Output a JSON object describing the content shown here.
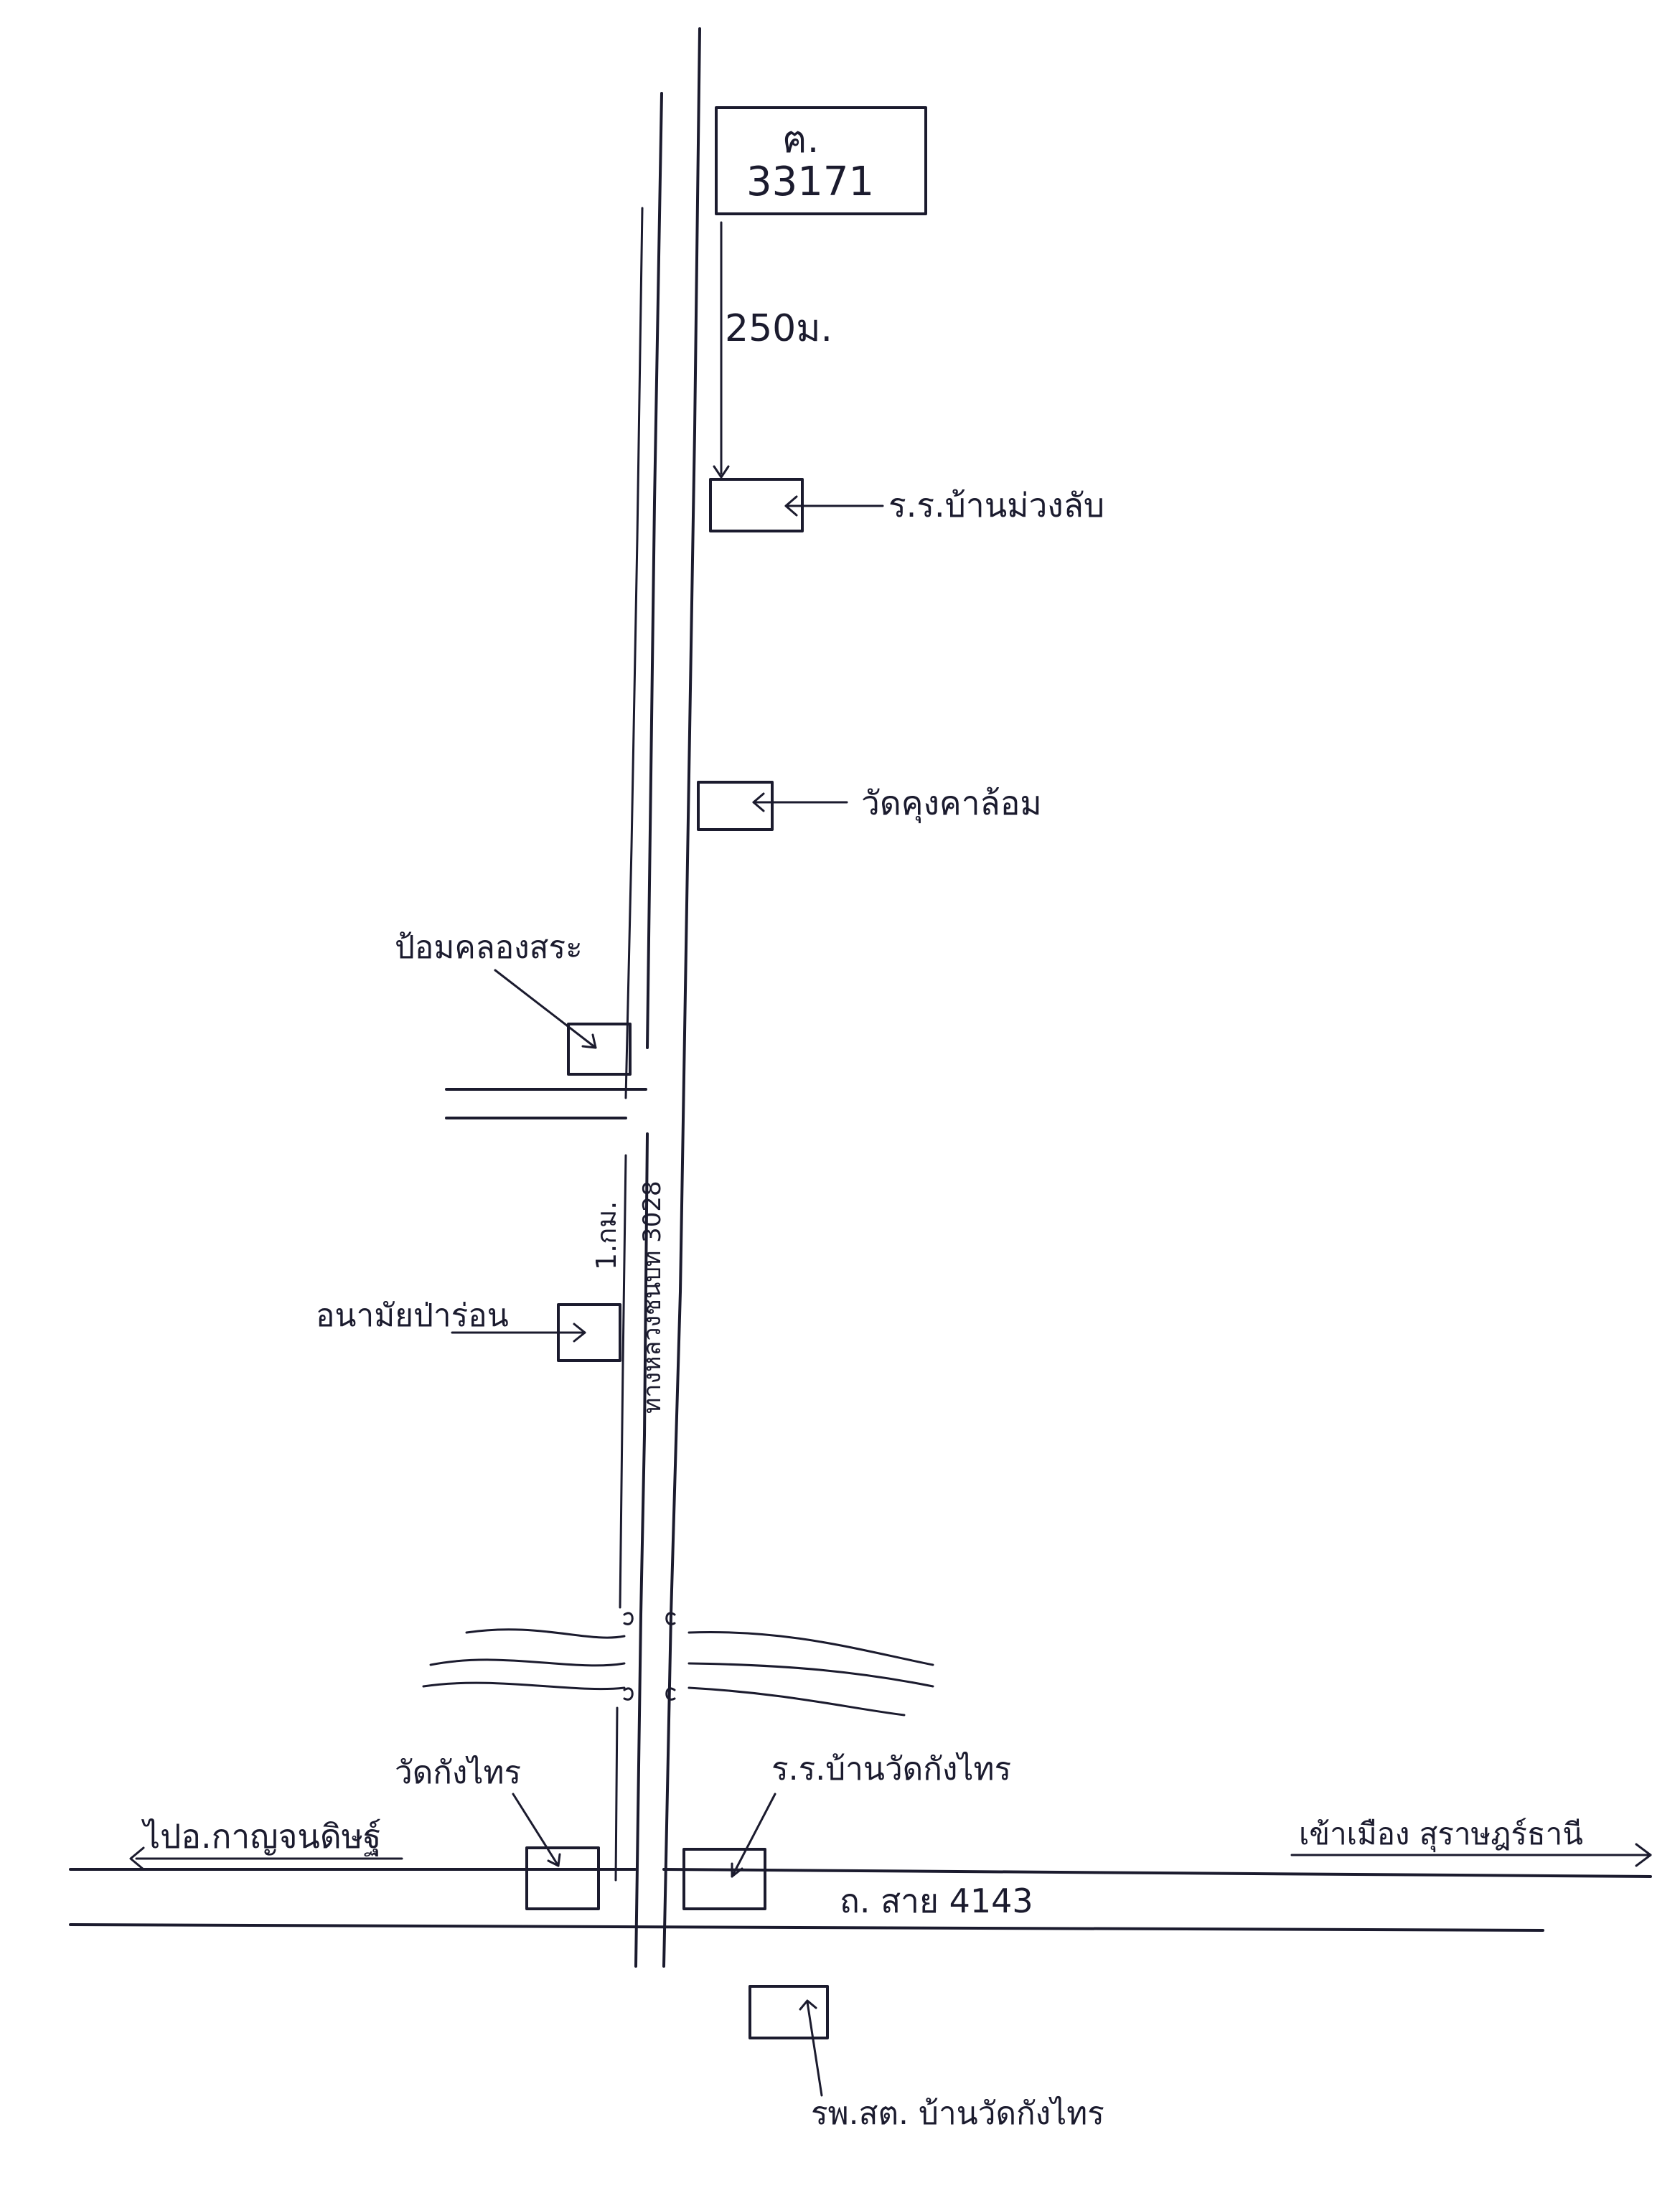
{
  "map": {
    "marker_box": {
      "line1": "ฅ.",
      "line2": "33171"
    },
    "distance_label": "250ม.",
    "labels": {
      "school_muang_lab": "ร.ร.บ้านม่วงลับ",
      "temple_khung_khalong": "วัดคุงคาล้อม",
      "checkpoint_khlong_sa": "ป้อมคลองสระ",
      "health_center": "อนามัยป่าร่อน",
      "temple_bua_thai": "วัดกังไทร",
      "school_wat_bua_thai": "ร.ร.บ้านวัดกังไทร",
      "to_kanchanadit": "ไปอ.กาญจนดิษฐ์",
      "to_surat": "เข้าเมือง สุราษฎร์ธานี",
      "road_4143": "ถ. สาย 4143",
      "highway_3028": "ทางหลวงชนบท 3028",
      "distance_1km": "1.กม.",
      "hospital": "รพ.สต. บ้านวัดกังไทร"
    }
  }
}
